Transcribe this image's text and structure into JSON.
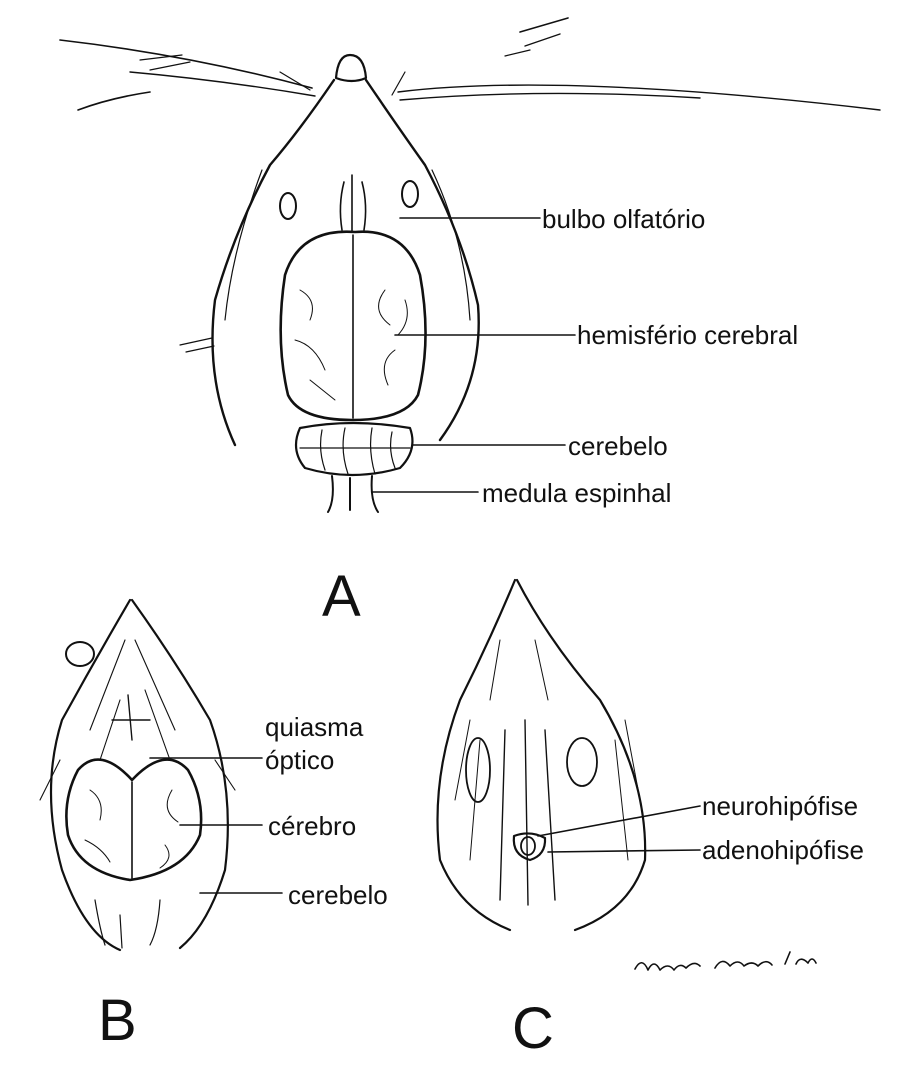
{
  "figure": {
    "panel_a": {
      "letter": "A",
      "labels": {
        "olfactory_bulb": "bulbo olfatório",
        "cerebral_hemisphere": "hemisfério cerebral",
        "cerebellum": "cerebelo",
        "spinal_cord": "medula espinhal"
      }
    },
    "panel_b": {
      "letter": "B",
      "labels": {
        "optic_chiasm_line1": "quiasma",
        "optic_chiasm_line2": "óptico",
        "brain": "cérebro",
        "cerebellum": "cerebelo"
      }
    },
    "panel_c": {
      "letter": "C",
      "labels": {
        "neurohypophysis": "neurohipófise",
        "adenohypophysis": "adenohipófise"
      }
    },
    "signature": "Norberto García /90"
  }
}
